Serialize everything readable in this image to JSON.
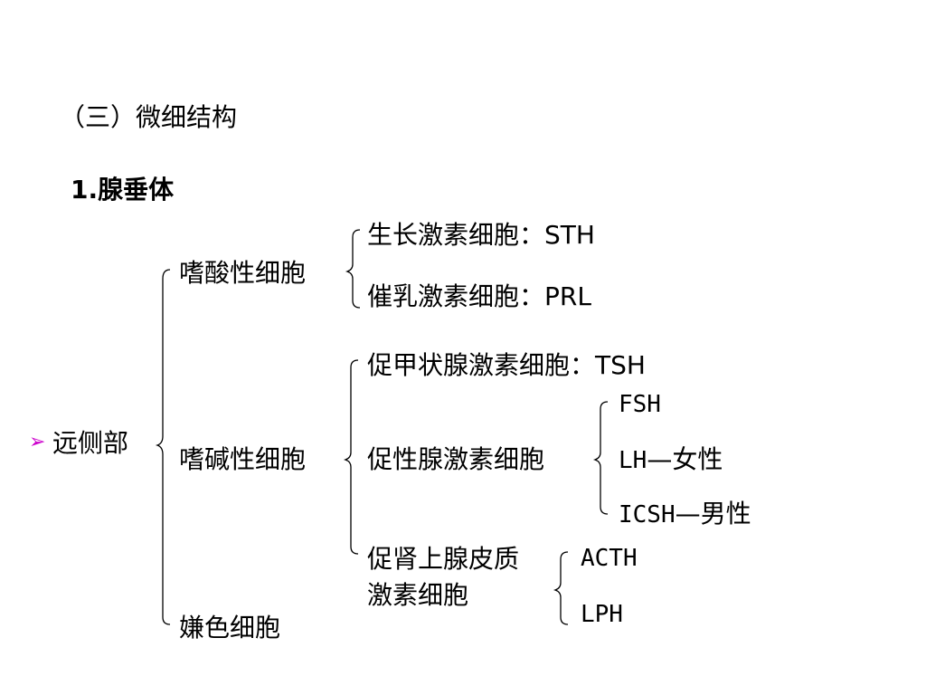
{
  "section_title": "（三）微细结构",
  "subsection_title": "1.腺垂体",
  "bullet_symbol": "➢",
  "bullet_color": "#cc00cc",
  "root": "远侧部",
  "acidophil": {
    "label": "嗜酸性细胞",
    "sth": "生长激素细胞：STH",
    "prl": "催乳激素细胞：PRL"
  },
  "basophil": {
    "label": "嗜碱性细胞",
    "tsh": "促甲状腺激素细胞：TSH",
    "gonado_label": "促性腺激素细胞",
    "fsh": "FSH",
    "lh": "LH",
    "lh_note": "—女性",
    "icsh": "ICSH",
    "icsh_note": "—男性",
    "acth_label_line1": "促肾上腺皮质",
    "acth_label_line2": "激素细胞",
    "acth": "ACTH",
    "lph": "LPH"
  },
  "chromophobe": "嫌色细胞"
}
